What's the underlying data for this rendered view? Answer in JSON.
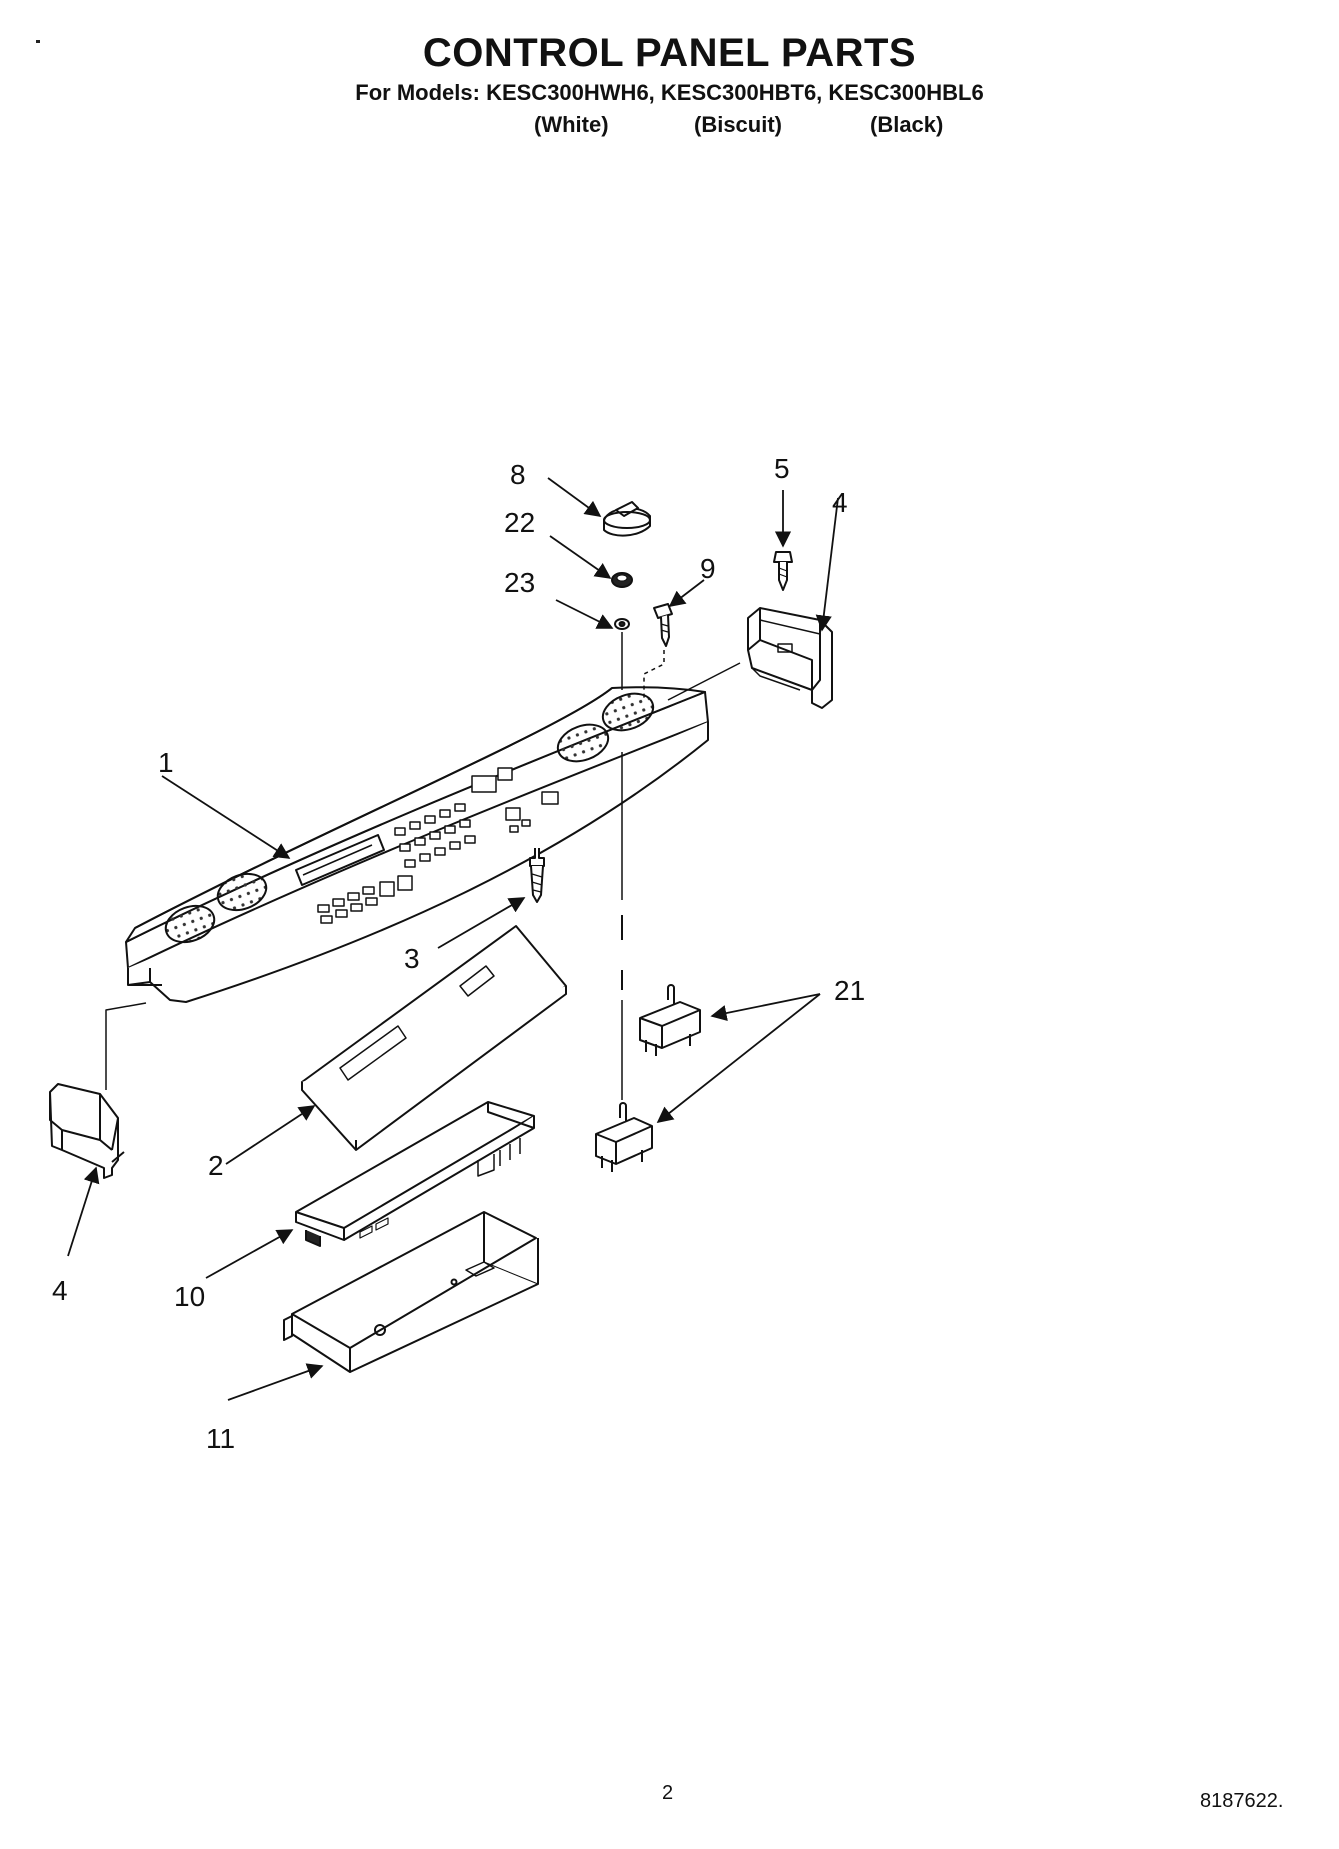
{
  "header": {
    "title": "CONTROL PANEL PARTS",
    "models": "For Models: KESC300HWH6, KESC300HBT6, KESC300HBL6",
    "colors": [
      "(White)",
      "(Biscuit)",
      "(Black)"
    ]
  },
  "callouts": {
    "c1": "1",
    "c2": "2",
    "c3": "3",
    "c4_left": "4",
    "c4_right": "4",
    "c5": "5",
    "c8": "8",
    "c9": "9",
    "c10": "10",
    "c11": "11",
    "c21": "21",
    "c22": "22",
    "c23": "23"
  },
  "footer": {
    "page_number": "2",
    "document_number": "8187622."
  }
}
